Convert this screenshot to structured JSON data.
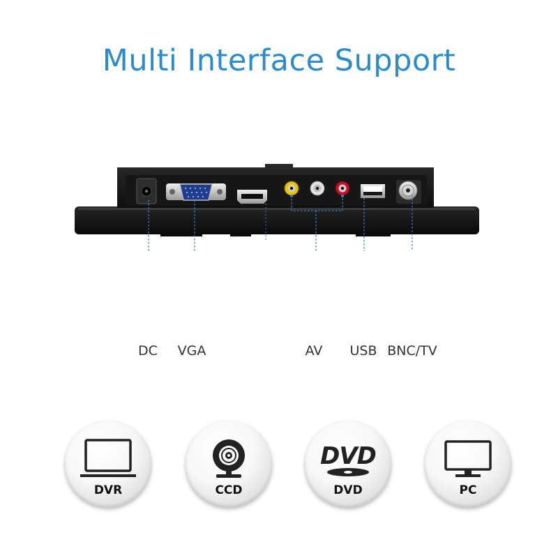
{
  "title": "Multi Interface Support",
  "colors": {
    "title": "#2a8ccc",
    "connector": "#3a7fd0",
    "device": "#1b1b1b",
    "icon": "#222222"
  },
  "ports": [
    {
      "label": "DC"
    },
    {
      "label": "VGA"
    },
    {
      "label": "AV"
    },
    {
      "label": "USB"
    },
    {
      "label": "BNC/TV"
    }
  ],
  "sources": [
    {
      "label": "DVR",
      "icon": "laptop-icon"
    },
    {
      "label": "CCD",
      "icon": "webcam-icon"
    },
    {
      "label": "DVD",
      "icon": "dvd-logo-icon",
      "logo_text": "DVD"
    },
    {
      "label": "PC",
      "icon": "monitor-icon"
    }
  ]
}
